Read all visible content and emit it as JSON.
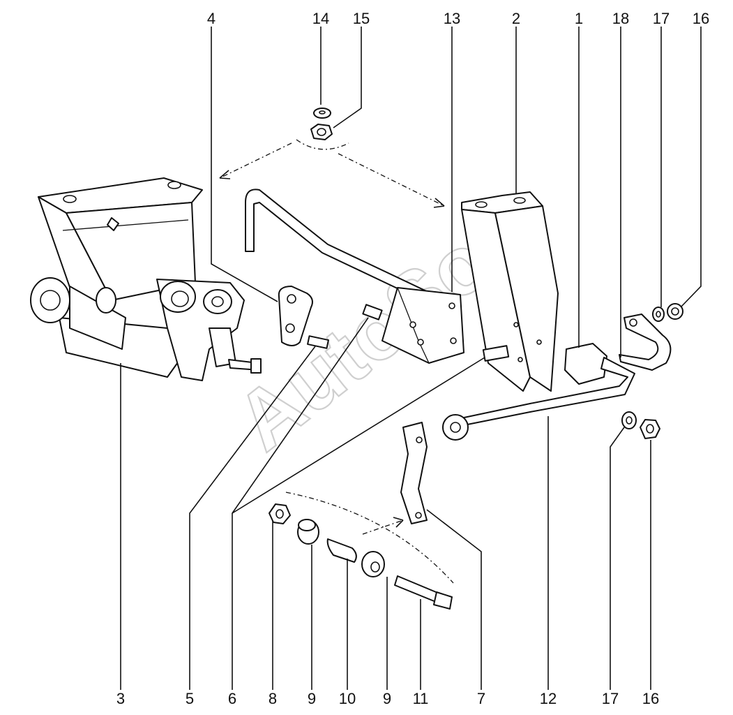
{
  "watermark": "AutoSoft",
  "callouts": {
    "top": [
      "4",
      "14",
      "15",
      "13",
      "2",
      "1",
      "18",
      "17",
      "16"
    ],
    "bottom": [
      "3",
      "5",
      "6",
      "8",
      "9",
      "10",
      "9",
      "11",
      "7",
      "12",
      "17",
      "16"
    ]
  }
}
